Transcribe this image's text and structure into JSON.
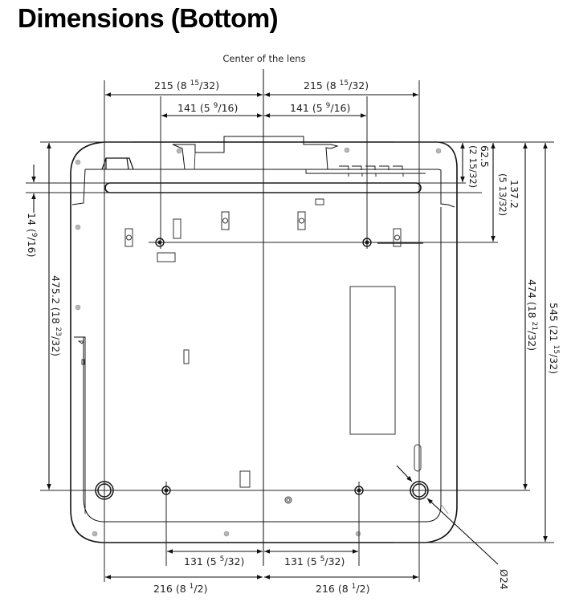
{
  "title": "Dimensions (Bottom)",
  "diagram": {
    "view": "Bottom",
    "units_primary": "mm",
    "units_secondary": "inch",
    "center_label": "Center of the lens",
    "top_dims": {
      "outer_left": {
        "mm": "215",
        "whole": "8",
        "frac_num": "15",
        "frac_den": "/32"
      },
      "outer_right": {
        "mm": "215",
        "whole": "8",
        "frac_num": "15",
        "frac_den": "/32"
      },
      "inner_left": {
        "mm": "141",
        "whole": "5",
        "frac_num": "9",
        "frac_den": "/16"
      },
      "inner_right": {
        "mm": "141",
        "whole": "5",
        "frac_num": "9",
        "frac_den": "/16"
      }
    },
    "bottom_dims": {
      "inner_left": {
        "mm": "131",
        "whole": "5",
        "frac_num": "5",
        "frac_den": "/32"
      },
      "inner_right": {
        "mm": "131",
        "whole": "5",
        "frac_num": "5",
        "frac_den": "/32"
      },
      "outer_left": {
        "mm": "216",
        "whole": "8",
        "frac_num": "1",
        "frac_den": "/2"
      },
      "outer_right": {
        "mm": "216",
        "whole": "8",
        "frac_num": "1",
        "frac_den": "/2"
      }
    },
    "left_dims": {
      "slot_offset": {
        "mm": "14",
        "frac_num": "9",
        "frac_den": "/16"
      },
      "height": {
        "mm": "475.2",
        "whole": "18",
        "frac_num": "23",
        "frac_den": "/32"
      }
    },
    "right_dims": {
      "d62": {
        "mm": "62.5",
        "whole": "2",
        "frac_num": "15",
        "frac_den": "/32"
      },
      "d137": {
        "mm": "137.2",
        "whole": "5",
        "frac_num": "13",
        "frac_den": "/32"
      },
      "d474": {
        "mm": "474",
        "whole": "18",
        "frac_num": "21",
        "frac_den": "/32"
      },
      "d545": {
        "mm": "545",
        "whole": "21",
        "frac_num": "15",
        "frac_den": "/32"
      }
    },
    "foot_diameter": "Ø24",
    "colors": {
      "line": "#1a1a1a",
      "thin": "#555555",
      "screw": "#9a9a9a"
    }
  }
}
